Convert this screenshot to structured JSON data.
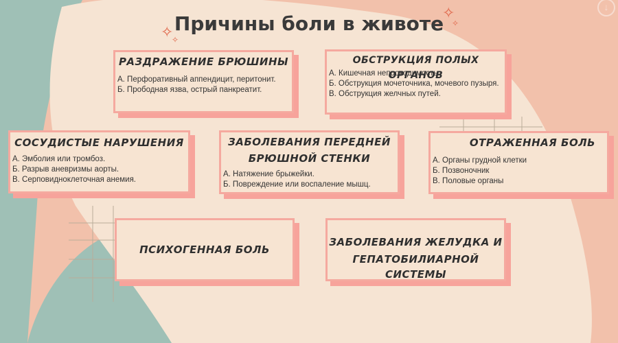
{
  "title": "Причины боли в животе",
  "colors": {
    "background": "#f2c1ab",
    "teal": "#9fc0b6",
    "cream": "#f6e4d3",
    "card_border": "#f5a99f",
    "card_shadow": "#f7a39b",
    "accent": "#e0664a"
  },
  "cards": {
    "peritoneum": {
      "title": "РАЗДРАЖЕНИЕ БРЮШИНЫ",
      "items": [
        "А. Перфоративный аппендицит, перитонит.",
        "Б. Прободная язва, острый панкреатит."
      ]
    },
    "obstruction": {
      "title": "ОБСТРУКЦИЯ ПОЛЫХ ОРГАНОВ",
      "items": [
        "А. Кишечная непроходимость.",
        "Б. Обструкция мочеточника, мочевого пузыря.",
        "В. Обструкция желчных путей."
      ]
    },
    "vascular": {
      "title": "СОСУДИСТЫЕ НАРУШЕНИЯ",
      "items": [
        "А. Эмболия или тромбоз.",
        "Б. Разрыв аневризмы аорты.",
        "В. Серповидноклеточная анемия."
      ]
    },
    "abdominal_wall": {
      "title_line1": "ЗАБОЛЕВАНИЯ ПЕРЕДНЕЙ",
      "title_line2": "БРЮШНОЙ СТЕНКИ",
      "items": [
        "А. Натяжение брыжейки.",
        "Б. Повреждение или воспаление мышц."
      ]
    },
    "referred": {
      "title": "ОТРАЖЕННАЯ БОЛЬ",
      "items": [
        "А. Органы грудной клетки",
        "Б. Позвоночник",
        "В. Половые органы"
      ]
    },
    "psychogenic": {
      "title": "ПСИХОГЕННАЯ БОЛЬ"
    },
    "stomach": {
      "title_line1": "ЗАБОЛЕВАНИЯ ЖЕЛУДКА И",
      "title_line2": "ГЕПАТОБИЛИАРНОЙ СИСТЕМЫ"
    }
  },
  "icons": [
    "sparkle-icon",
    "download-icon"
  ]
}
